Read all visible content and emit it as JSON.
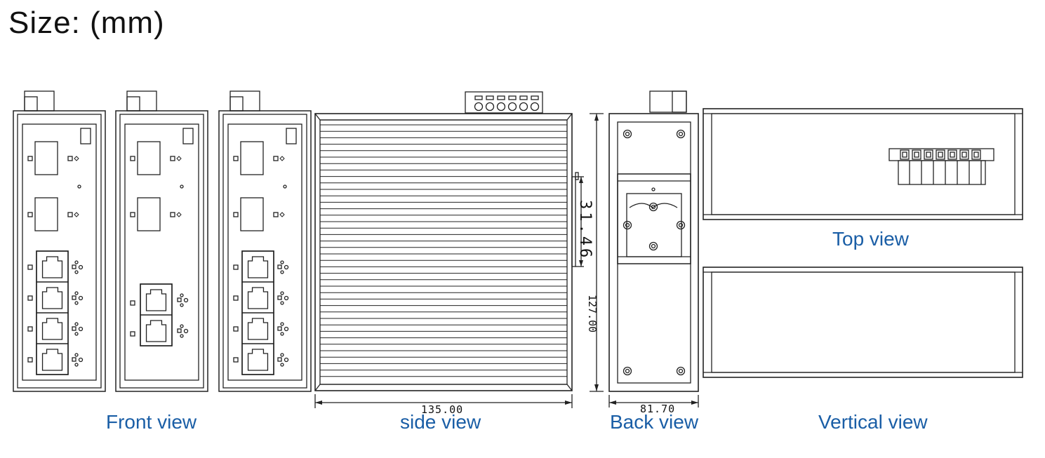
{
  "title": "Size: (mm)",
  "labels": {
    "front": "Front view",
    "side": "side view",
    "back": "Back view",
    "top": "Top view",
    "vertical": "Vertical view"
  },
  "dimensions": {
    "side_width": "135.00",
    "back_width": "81.70",
    "height": "127.00",
    "din_rail": "31.46"
  }
}
